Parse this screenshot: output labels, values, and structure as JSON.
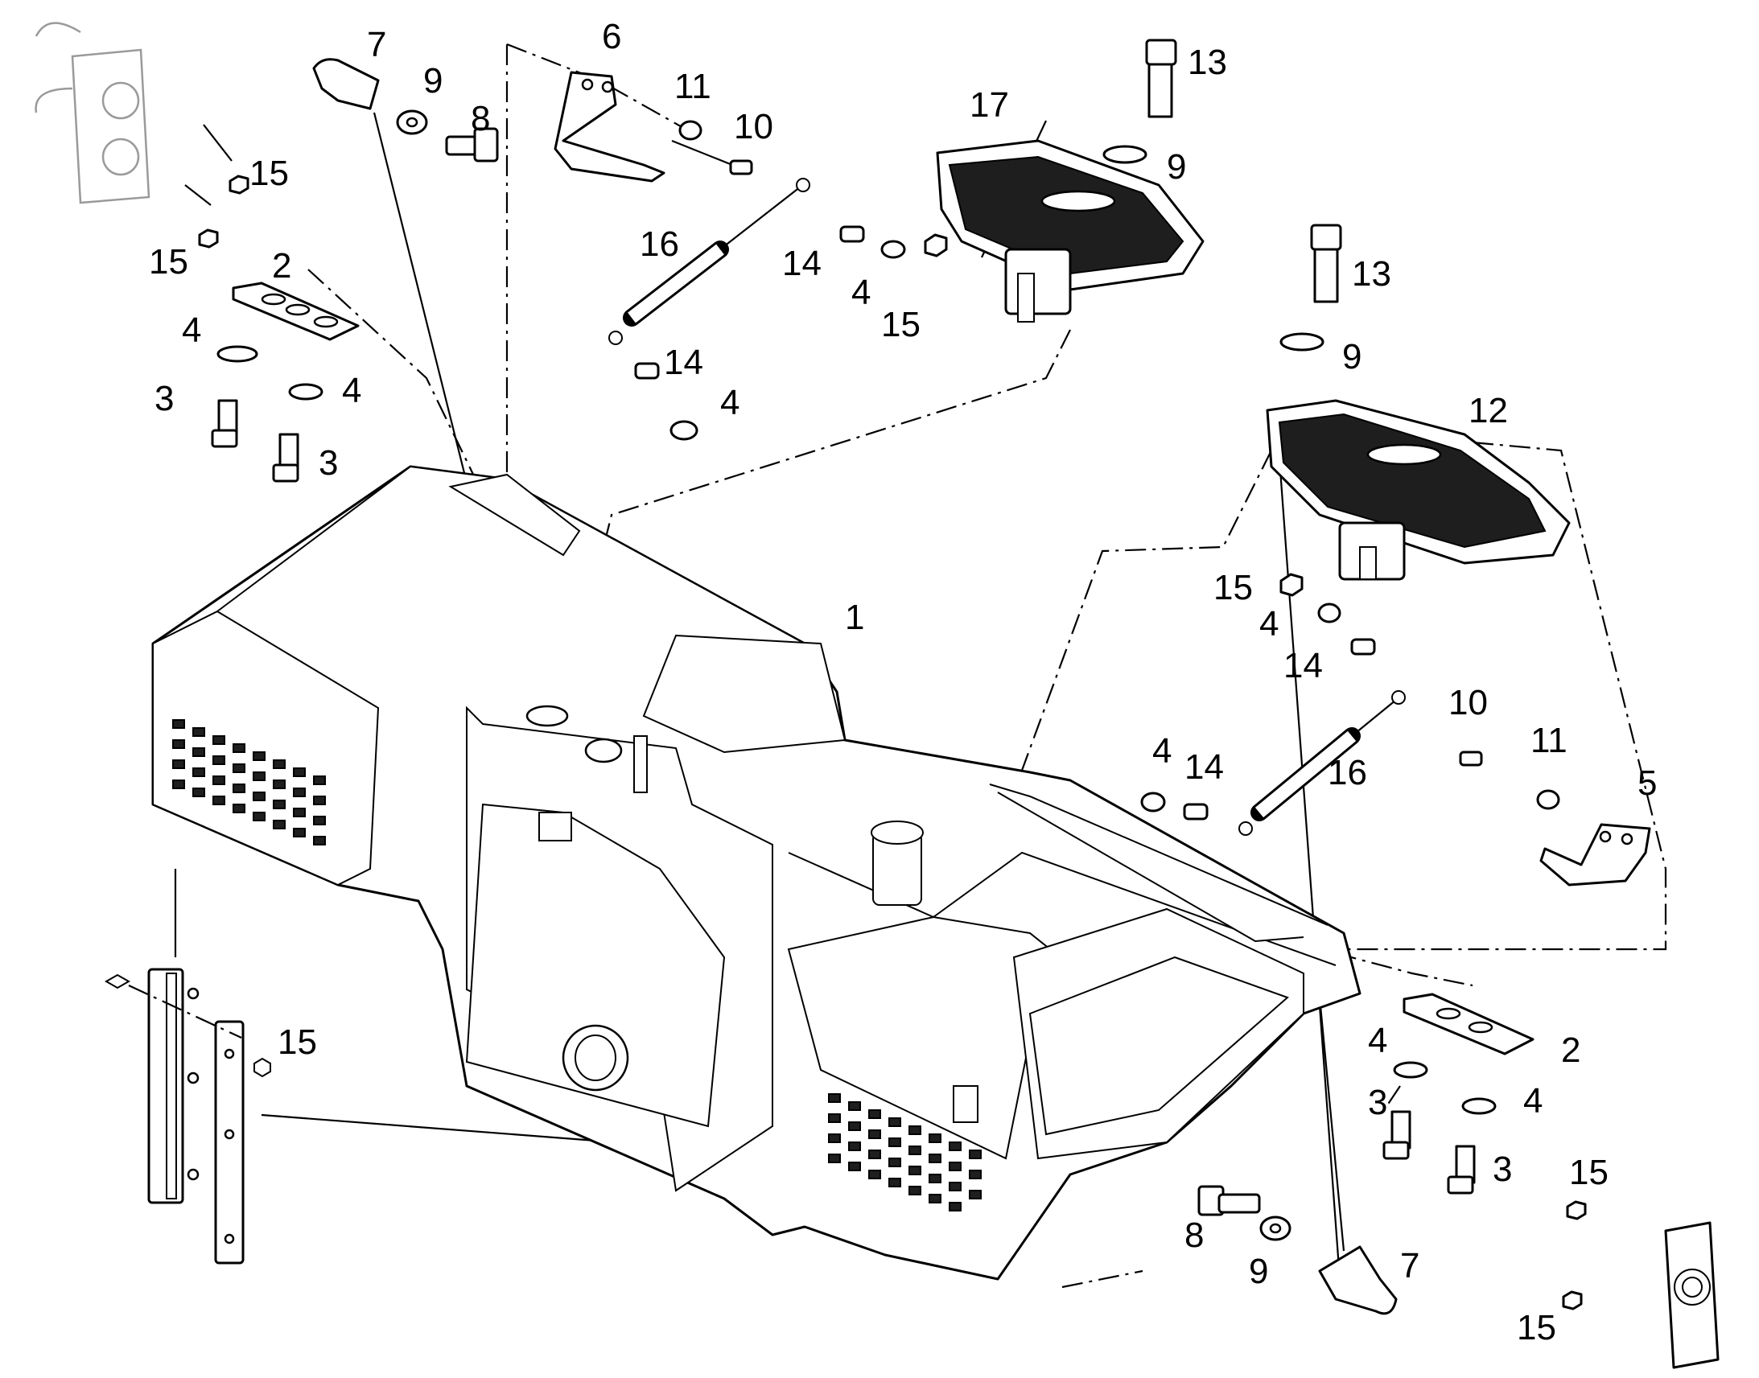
{
  "callouts": {
    "c1": "1",
    "c2_top": "2",
    "c2_right": "2",
    "c3_a": "3",
    "c3_b": "3",
    "c3_c": "3",
    "c3_d": "3",
    "c4_a": "4",
    "c4_b": "4",
    "c4_c": "4",
    "c4_d": "4",
    "c4_e": "4",
    "c4_f": "4",
    "c4_g": "4",
    "c4_h": "4",
    "c5": "5",
    "c6": "6",
    "c7_top": "7",
    "c7_bottom": "7",
    "c8_top": "8",
    "c8_bottom": "8",
    "c9_a": "9",
    "c9_b": "9",
    "c9_c": "9",
    "c9_d": "9",
    "c10_top": "10",
    "c10_right": "10",
    "c11_top": "11",
    "c11_right": "11",
    "c12": "12",
    "c13_a": "13",
    "c13_b": "13",
    "c14_a": "14",
    "c14_b": "14",
    "c14_c": "14",
    "c14_d": "14",
    "c15_a": "15",
    "c15_b": "15",
    "c15_c": "15",
    "c15_d": "15",
    "c15_e": "15",
    "c15_f": "15",
    "c15_g": "15",
    "c16_top": "16",
    "c16_right": "16",
    "c17": "17"
  },
  "colors": {
    "line": "#000000",
    "background": "#ffffff",
    "grille": "#1e1e1e",
    "faded": "#9a9a9a"
  }
}
